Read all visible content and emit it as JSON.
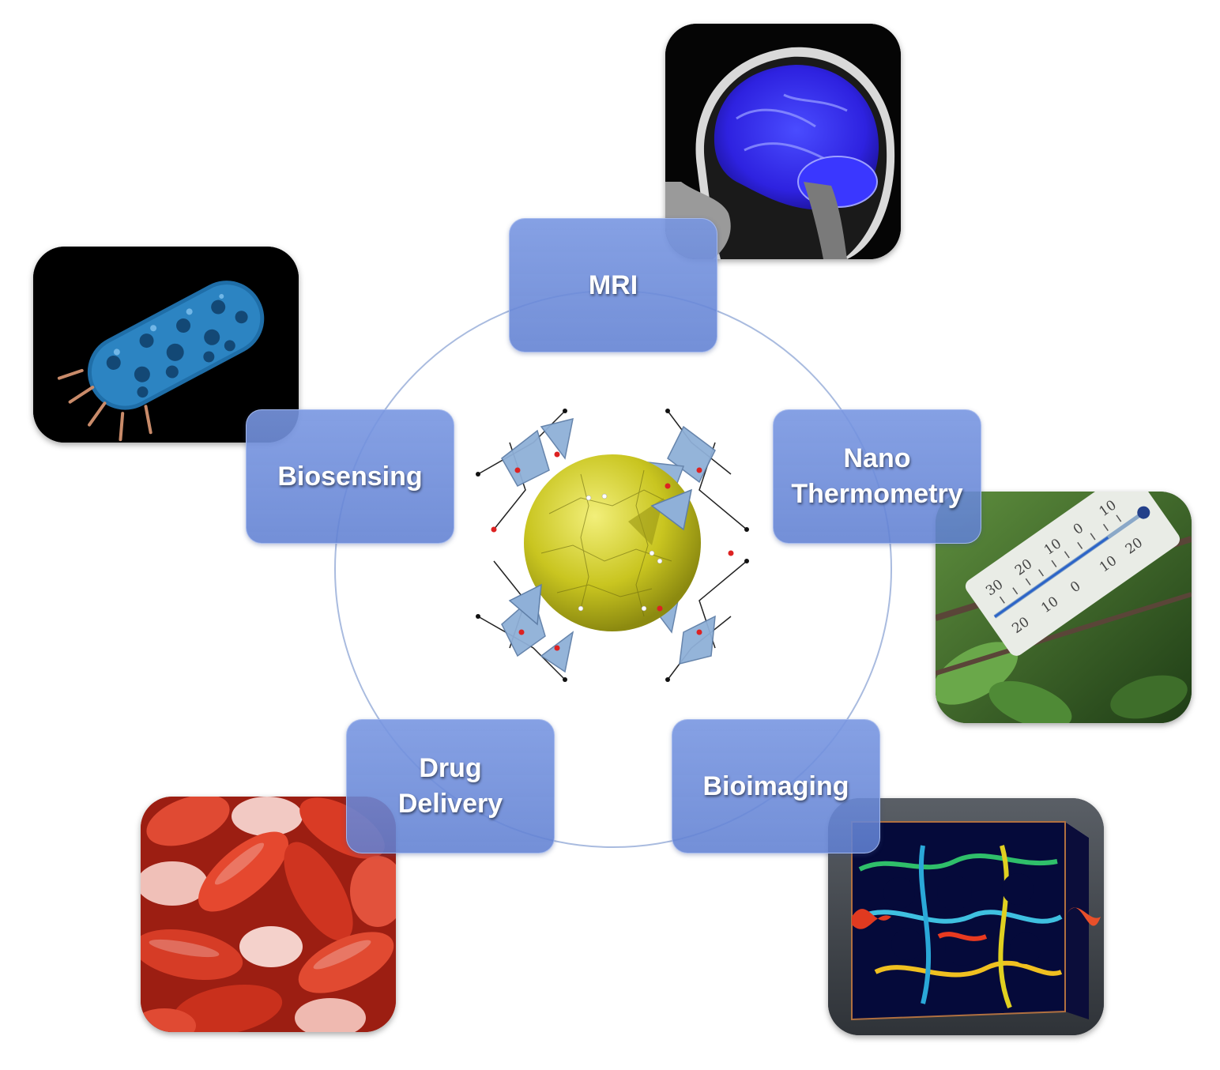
{
  "labels": {
    "mri": "MRI",
    "biosensing": "Biosensing",
    "nano_thermometry": "Nano\nThermometry",
    "drug_delivery": "Drug\nDelivery",
    "bioimaging": "Bioimaging"
  },
  "thermometer_scale": [
    "30",
    "20",
    "10",
    "0",
    "10",
    "20",
    "10",
    "0",
    "10",
    "20"
  ],
  "colors": {
    "box_fill": "#7b97e0",
    "ring": "#9fb3dc",
    "sphere": "#d8d42a"
  },
  "icons": {
    "mri": "brain-mri-scan-image",
    "biosensing": "bacterium-image",
    "nano_thermometry": "thermometer-image",
    "drug_delivery": "pills-image",
    "bioimaging": "tissue-3d-render-image",
    "center": "mof-molecular-structure-image"
  }
}
